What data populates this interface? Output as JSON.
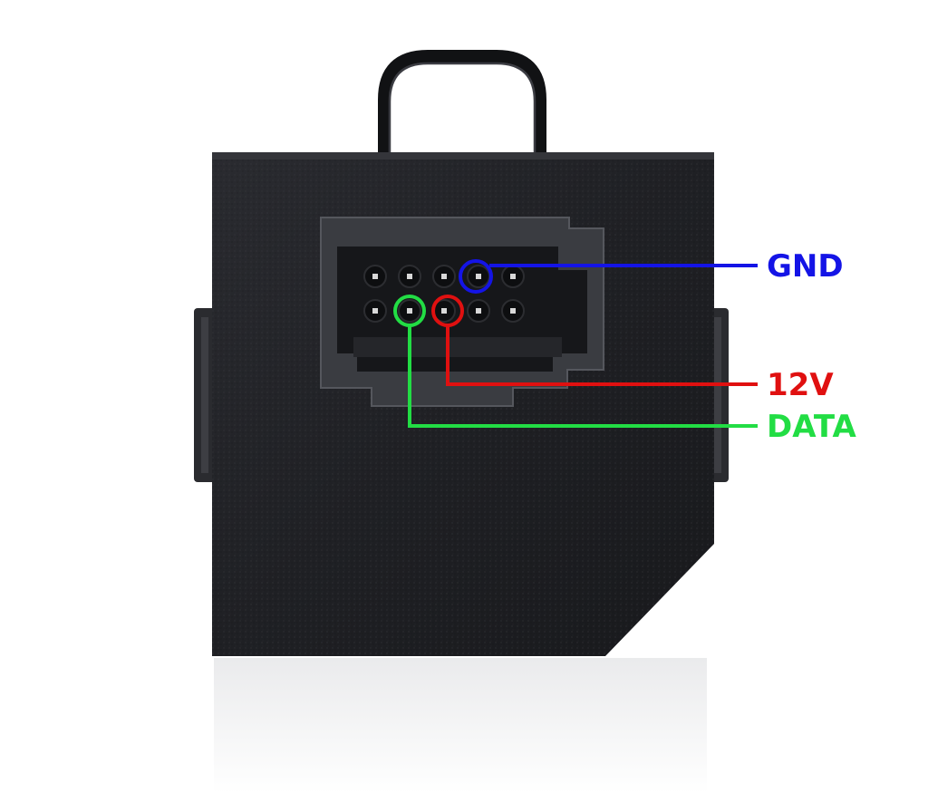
{
  "labels": {
    "gnd": {
      "text": "GND",
      "color": "#1414e6"
    },
    "v12": {
      "text": "12V",
      "color": "#e01010"
    },
    "data": {
      "text": "DATA",
      "color": "#22dd44"
    }
  },
  "colors": {
    "device_body": "#1f2024",
    "connector_housing": "#3a3c41",
    "connector_cavity": "#16171a",
    "pin_contact": "#d8d8d8",
    "background": "#ffffff"
  },
  "connector": {
    "pin_rows": 2,
    "pins_per_row": 5
  }
}
